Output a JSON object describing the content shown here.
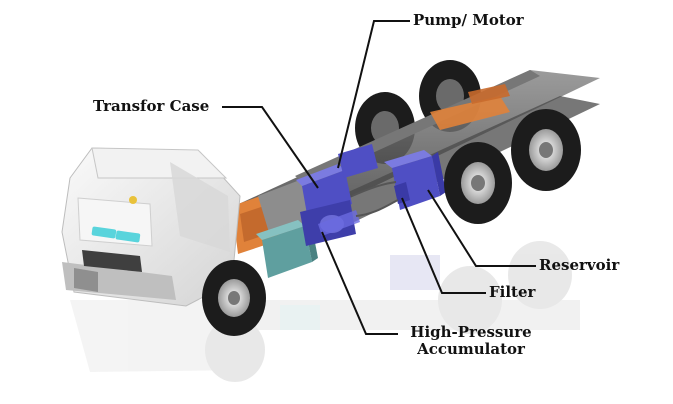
{
  "diagram": {
    "labels": {
      "pump_motor": "Pump/ Motor",
      "transfer_case": "Transfor Case",
      "reservoir": "Reservoir",
      "filter": "Filter",
      "accumulator_line1": "High-Pressure",
      "accumulator_line2": "Accumulator"
    },
    "colors": {
      "hydraulic_parts": "#4f4fc4",
      "accumulator": "#5f9f9f",
      "engine_orange": "#e0823a",
      "chassis": "#5a5a5a",
      "cab": "#ececec",
      "tire": "#1c1c1c",
      "leader_line": "#111111"
    }
  }
}
